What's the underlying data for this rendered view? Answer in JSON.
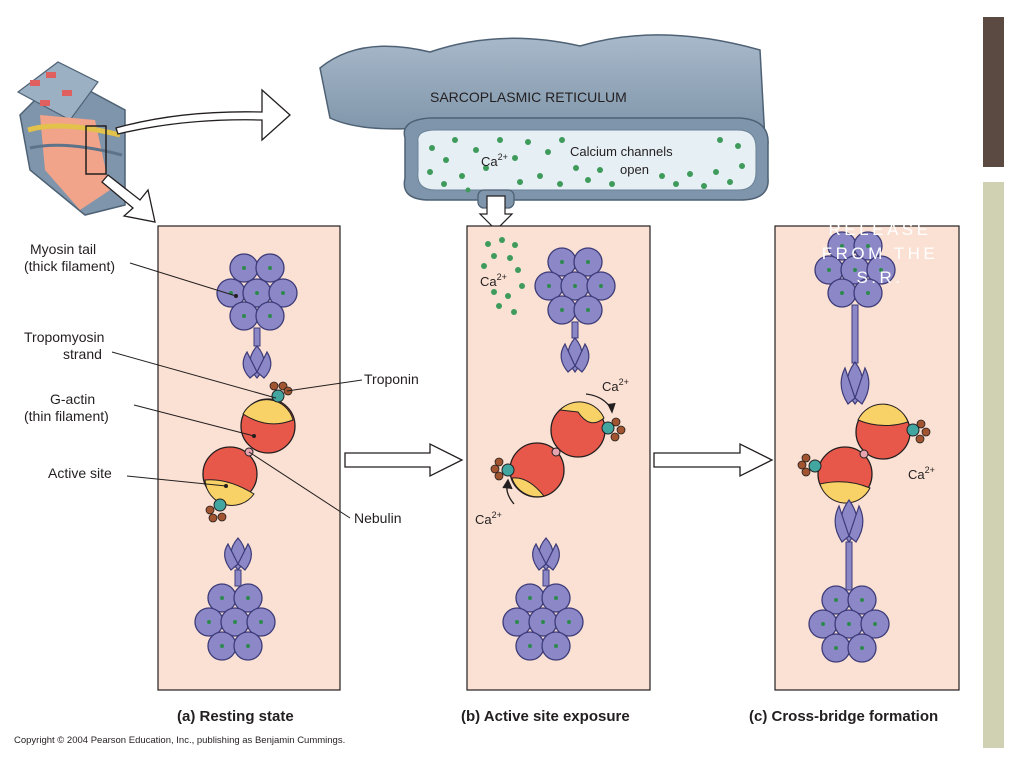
{
  "slide": {
    "title": "RELEASE\nFROM THE\nS.R."
  },
  "diagram": {
    "sarcoplasmic_reticulum_label": "SARCOPLASMIC RETICULUM",
    "calcium_channels_label_line1": "Calcium channels",
    "calcium_channels_label_line2": "open",
    "ion_base": "Ca",
    "ion_charge": "2+",
    "labels": {
      "myosin_tail_line1": "Myosin tail",
      "myosin_tail_line2": "(thick filament)",
      "tropomyosin_line1": "Tropomyosin",
      "tropomyosin_line2": "strand",
      "g_actin_line1": "G-actin",
      "g_actin_line2": "(thin filament)",
      "active_site": "Active site",
      "troponin": "Troponin",
      "nebulin": "Nebulin"
    },
    "captions": {
      "a": "(a) Resting state",
      "b": "(b) Active site exposure",
      "c": "(c) Cross-bridge formation"
    },
    "copyright": "Copyright © 2004 Pearson Education, Inc., publishing as Benjamin Cummings."
  },
  "colors": {
    "panel_fill": "#fbe1d3",
    "myosin_purple": "#8c88c8",
    "actin_red": "#e8584a",
    "active_site_yellow": "#f8d266",
    "sr_blue": "#8ea3b8",
    "calcium_green": "#3f9b5b",
    "accent_dark_bar": "#5b4a42",
    "accent_light_bar": "#d0d1b3"
  }
}
